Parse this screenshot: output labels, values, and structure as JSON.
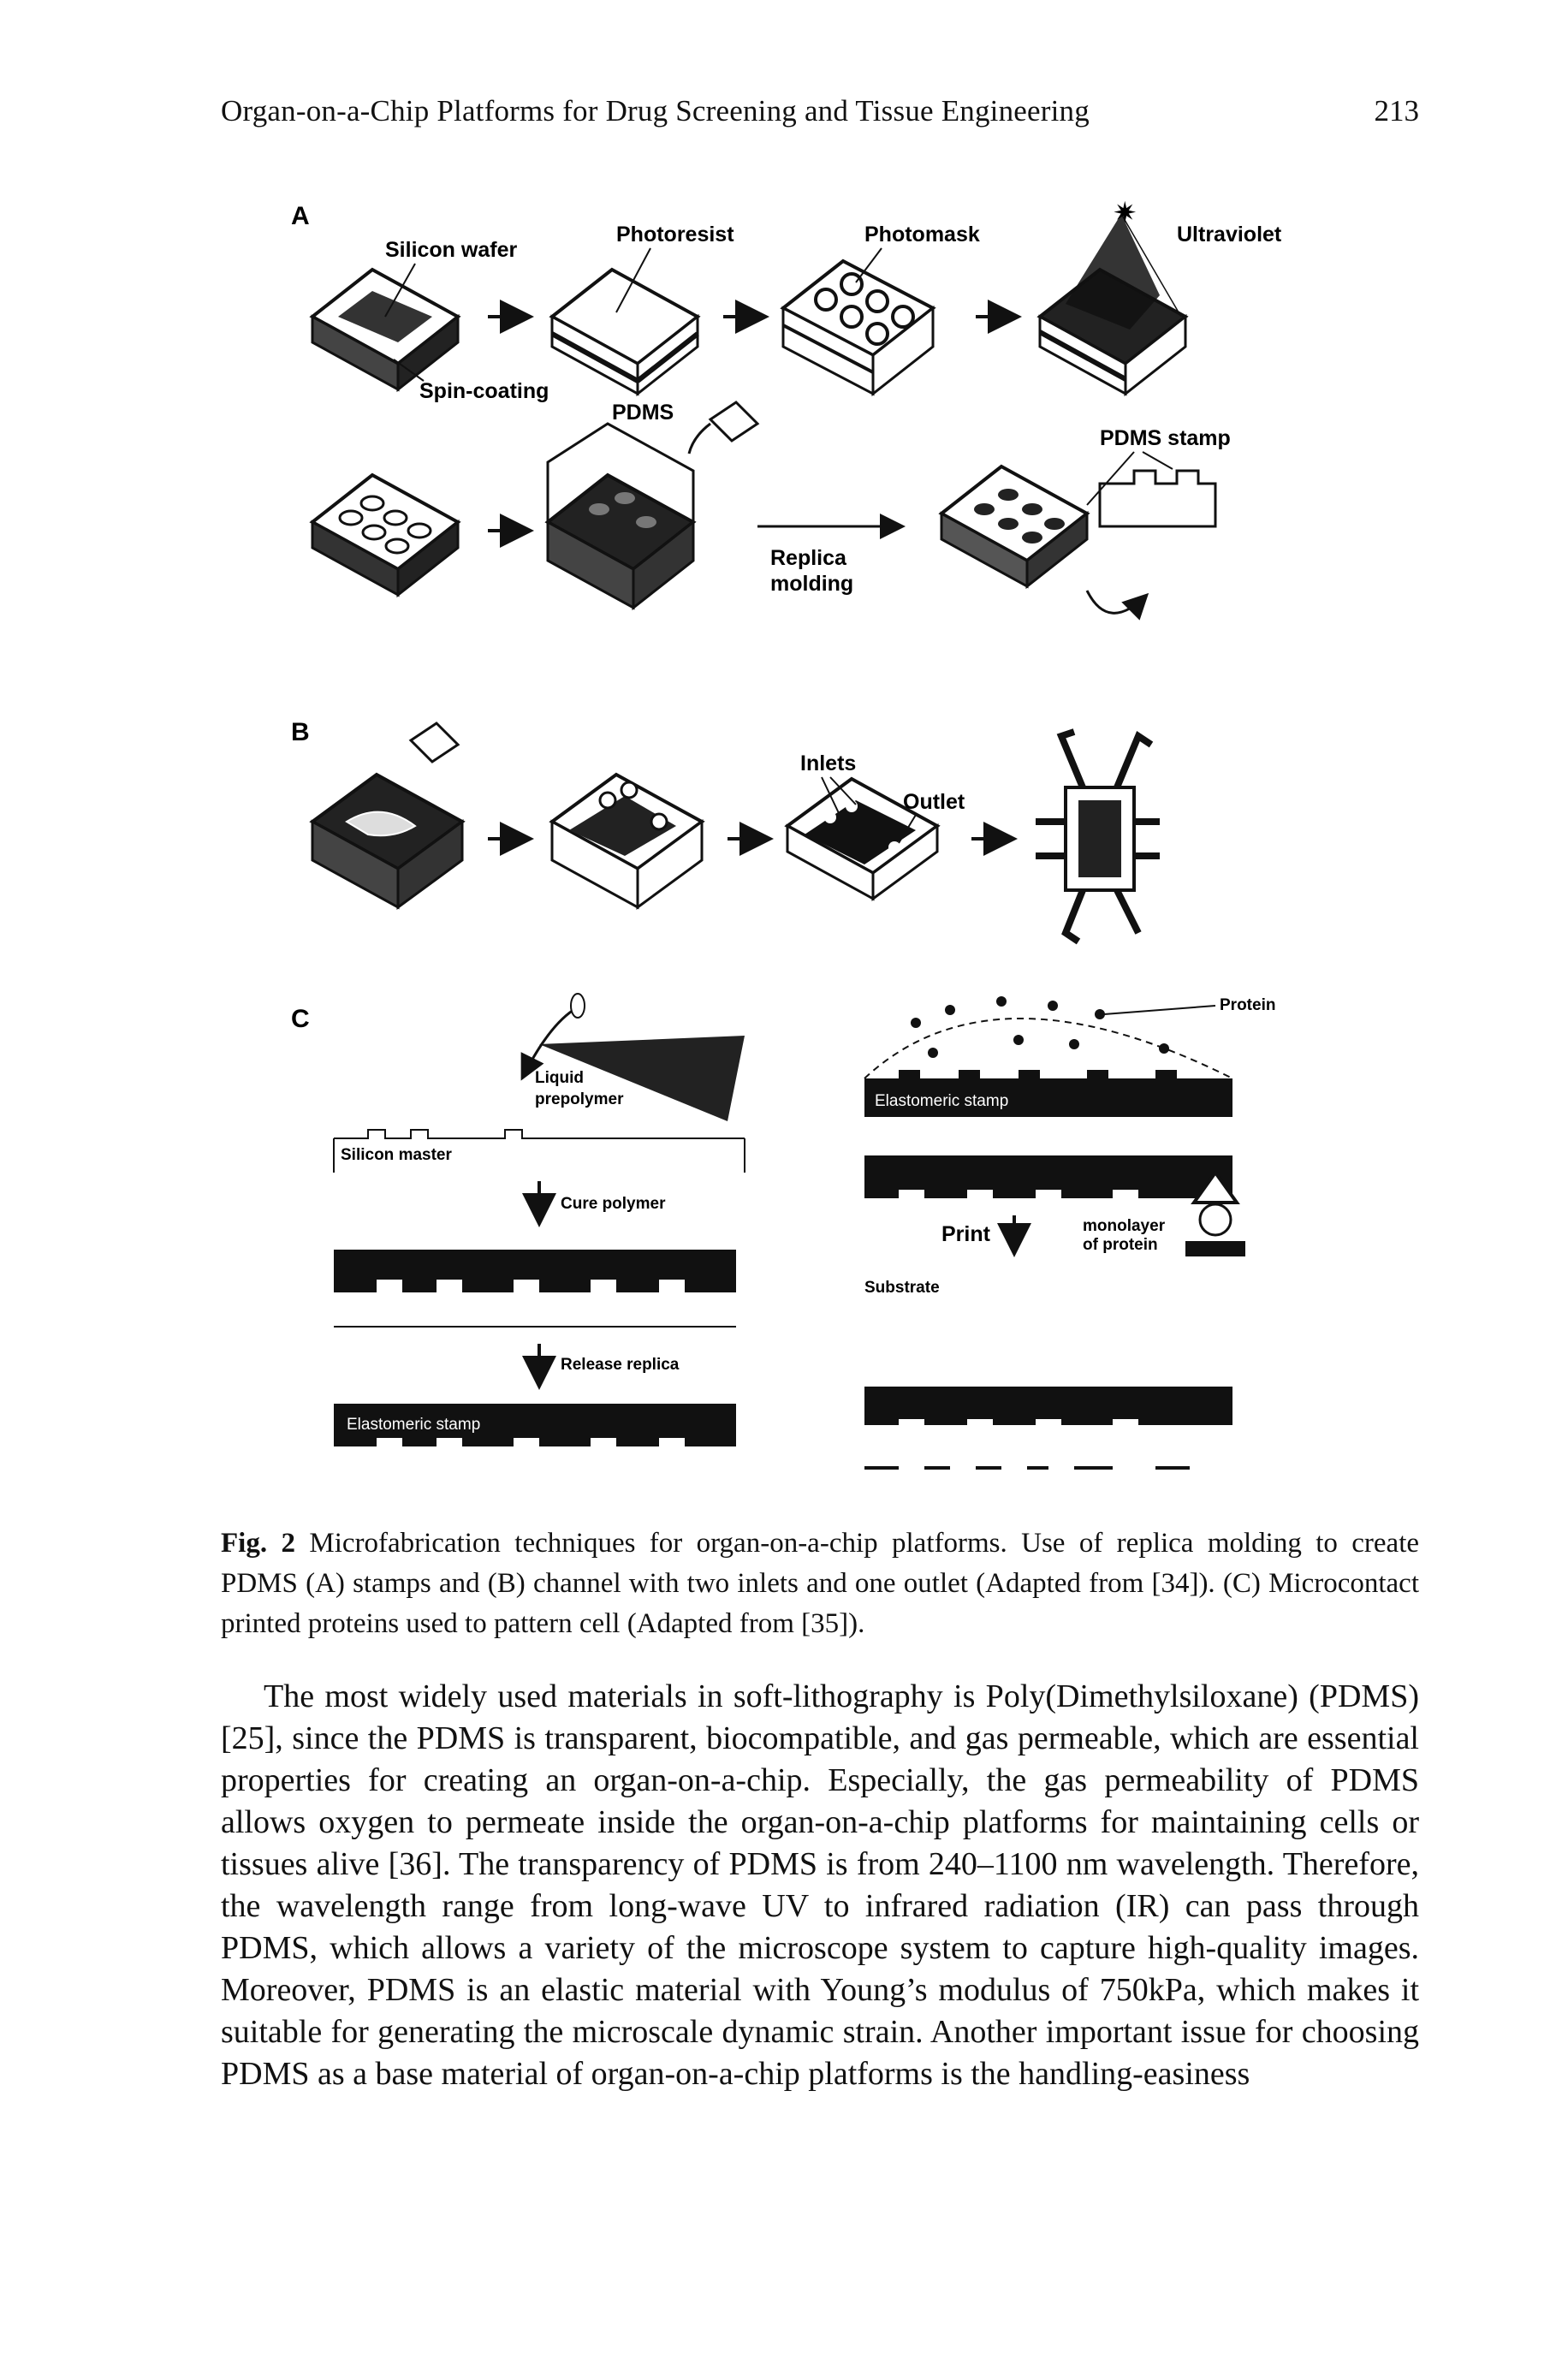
{
  "header": {
    "running_title": "Organ-on-a-Chip Platforms for Drug Screening and Tissue Engineering",
    "page_number": "213"
  },
  "figure": {
    "panel_a": {
      "label": "A",
      "silicon_wafer": "Silicon wafer",
      "spin_coating": "Spin-coating",
      "photoresist": "Photoresist",
      "photomask": "Photomask",
      "ultraviolet": "Ultraviolet",
      "pdms": "PDMS",
      "pdms_stamp": "PDMS stamp",
      "replica": "Replica",
      "molding": "molding"
    },
    "panel_b": {
      "label": "B",
      "inlets": "Inlets",
      "outlet": "Outlet"
    },
    "panel_c": {
      "label": "C",
      "liquid": "Liquid",
      "prepolymer": "prepolymer",
      "silicon_master": "Silicon master",
      "cure_polymer": "Cure polymer",
      "release_replica": "Release replica",
      "elastomeric_stamp": "Elastomeric stamp",
      "protein": "Protein",
      "print": "Print",
      "monolayer": "monolayer",
      "of_protein": "of protein",
      "substrate": "Substrate"
    }
  },
  "caption": {
    "fig_num": "Fig. 2",
    "text": "Microfabrication techniques for organ-on-a-chip platforms. Use of replica molding to create PDMS (A) stamps and (B) channel with two inlets and one outlet (Adapted from [34]). (C) Microcontact printed proteins used to pattern cell (Adapted from [35])."
  },
  "body": {
    "paragraph": "The most widely used materials in soft-lithography is Poly(Dimethylsiloxane) (PDMS) [25], since the PDMS is transparent, biocompatible, and gas permeable, which are essential properties for creating an organ-on-a-chip. Especially, the gas permeability of PDMS allows oxygen to permeate inside the organ-on-a-chip platforms for maintaining cells or tissues alive [36]. The transparency of PDMS is from 240–1100 nm wavelength. Therefore, the wavelength range from long-wave UV to infrared radiation (IR) can pass through PDMS, which allows a variety of the microscope system to capture high-quality images. Moreover, PDMS is an elastic material with Young’s modulus of 750kPa, which makes it suitable for generating the microscale dynamic strain. Another important issue for choosing PDMS as a base material of organ-on-a-chip platforms is the handling-easiness"
  }
}
